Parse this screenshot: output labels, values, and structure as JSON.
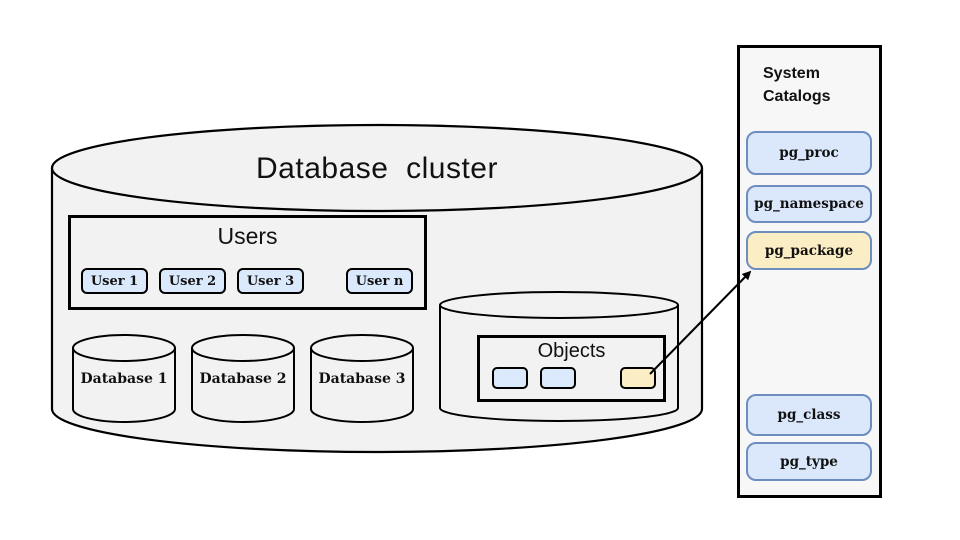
{
  "cluster": {
    "title": "Database  cluster",
    "users": {
      "title": "Users",
      "items": [
        {
          "label": "User 1"
        },
        {
          "label": "User 2"
        },
        {
          "label": "User 3"
        },
        {
          "label": "User n"
        }
      ]
    },
    "databases": [
      {
        "label": "Database 1"
      },
      {
        "label": "Database 2"
      },
      {
        "label": "Database 3"
      }
    ],
    "objects": {
      "title": "Objects",
      "chips": [
        {
          "color": "blue"
        },
        {
          "color": "blue"
        },
        {
          "color": "yellow"
        }
      ]
    }
  },
  "catalog_panel": {
    "title": "System\nCatalogs",
    "items": [
      {
        "label": "pg_proc",
        "highlighted": false
      },
      {
        "label": "pg_namespace",
        "highlighted": false
      },
      {
        "label": "pg_package",
        "highlighted": true
      },
      {
        "label": "pg_class",
        "highlighted": false
      },
      {
        "label": "pg_type",
        "highlighted": false
      }
    ]
  },
  "connector": {
    "from": "objects-yellow-chip",
    "to": "pg_package"
  },
  "colors": {
    "cylinder_fill": "#f2f2f2",
    "panel_fill": "#f7f7f7",
    "blue_fill": "#dbe8fc",
    "blue_border": "#6c8ebf",
    "yellow_fill": "#fbeec5",
    "outline": "#000000"
  }
}
